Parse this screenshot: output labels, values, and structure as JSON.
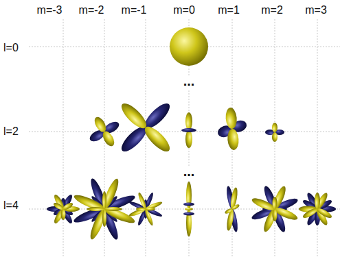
{
  "diagram": {
    "labels": [
      "m=-3",
      "m=-2",
      "m=-1",
      "m=0",
      "m=1",
      "m=2",
      "m=3",
      "l=0",
      "...",
      "l=2",
      "...",
      "l=4"
    ]
  }
}
